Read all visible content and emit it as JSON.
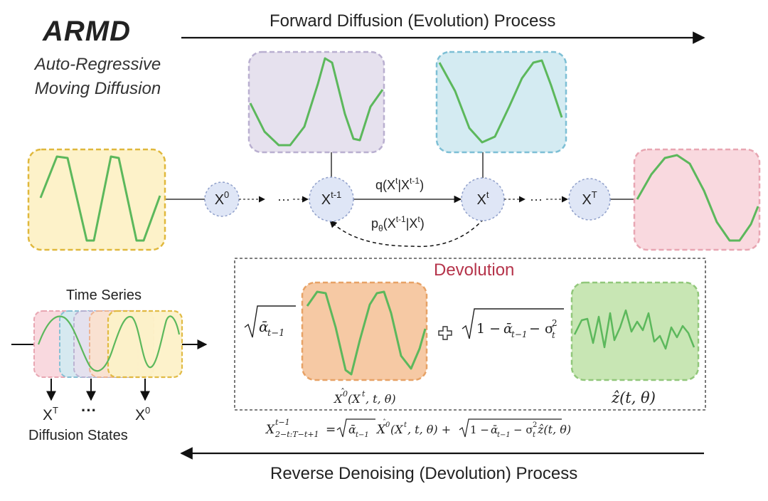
{
  "title": "ARMD",
  "subtitle_line1": "Auto-Regressive",
  "subtitle_line2": "Moving Diffusion",
  "forward_process": "Forward Diffusion (Evolution) Process",
  "reverse_process": "Reverse Denoising (Devolution) Process",
  "devolution_label": "Devolution",
  "time_series_label": "Time Series",
  "diffusion_states_label": "Diffusion States",
  "nodes": {
    "x0": {
      "base": "X",
      "sup": "0"
    },
    "xt_minus_1": {
      "base": "X",
      "sup": "t-1"
    },
    "xt": {
      "base": "X",
      "sup": "t"
    },
    "xT": {
      "base": "X",
      "sup": "T"
    }
  },
  "ellipsis": "···",
  "q_label": {
    "a": "q(X",
    "sup1": "t",
    "mid": "|X",
    "sup2": "t-1",
    "end": ")"
  },
  "p_label": {
    "a": "p",
    "sub": "θ",
    "b": "(X",
    "sup1": "t-1",
    "mid": "|X",
    "sup2": "t",
    "end": ")"
  },
  "state_labels": {
    "left": "X",
    "left_sup": "T",
    "dots": "···",
    "right": "X",
    "right_sup": "0"
  },
  "colors": {
    "yellow_fill": "#fdf2c9",
    "yellow_stroke": "#e0b83c",
    "purple_fill": "#e6e1ee",
    "purple_stroke": "#b9afd0",
    "blue_fill": "#d4ebf2",
    "blue_stroke": "#7dbfd5",
    "pink_fill": "#f9d9df",
    "pink_stroke": "#e8a6b2",
    "orange_fill": "#f6c9a4",
    "orange_stroke": "#e7a266",
    "green_fill": "#c8e6b4",
    "green_stroke": "#91c77a",
    "node_fill": "#dfe6f6",
    "node_stroke": "#8f9fca",
    "wave": "#5cb85c",
    "devolution_text": "#b5334a"
  }
}
